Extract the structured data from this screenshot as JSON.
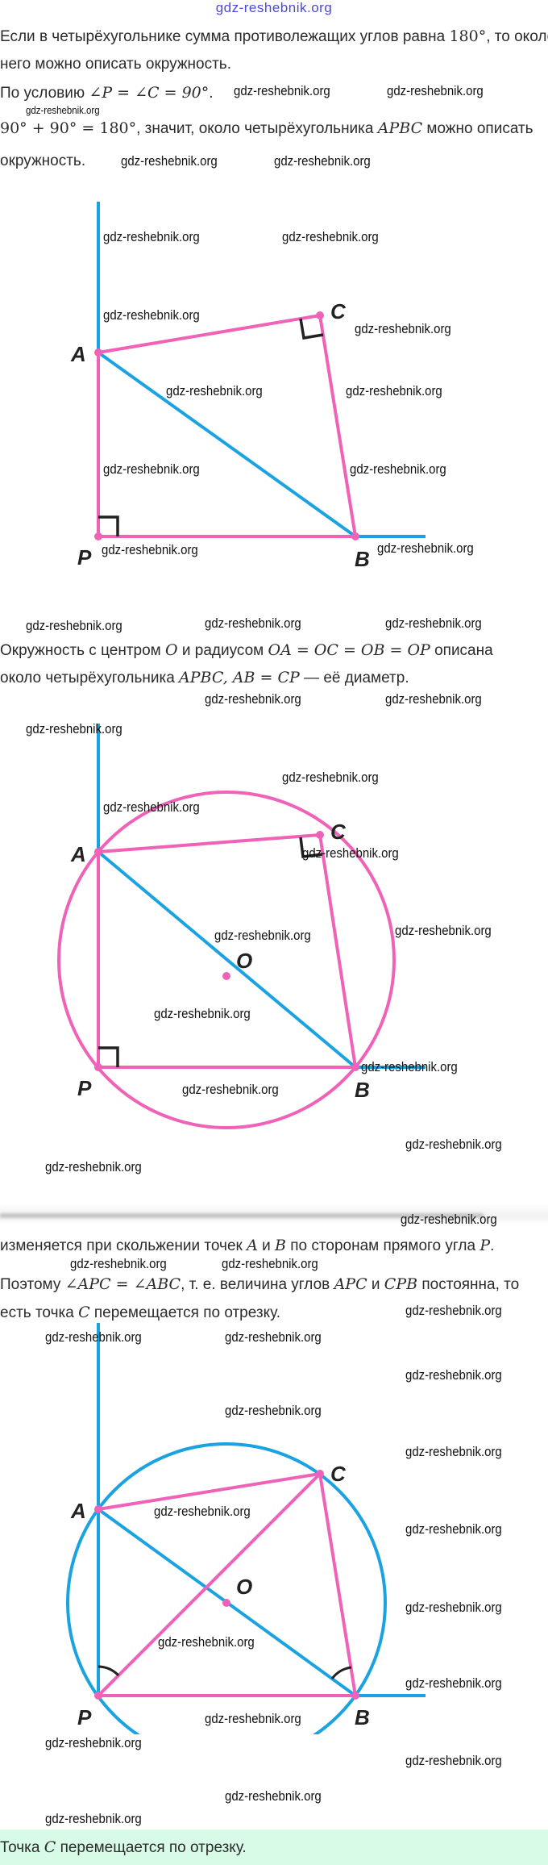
{
  "header_watermark": "gdz-reshebnik.org",
  "paragraph1": {
    "line1_a": "Если в четырёхугольнике сумма противолежащих углов равна ",
    "line1_math": "180°",
    "line1_b": ", то около",
    "line2": "него можно описать окружность.",
    "line3_a": "По условию ",
    "line3_math": "∠P = ∠C = 90°",
    "line3_b": ".",
    "line4_math": "90° + 90° = 180°",
    "line4_a": ", значит, около четырёхугольника ",
    "line4_math2": "APBC",
    "line4_b": " можно описать",
    "line5": "окружность."
  },
  "paragraph2": {
    "line1_a": "Окружность с центром ",
    "line1_m1": "O",
    "line1_b": " и радиусом ",
    "line1_m2": "OA = OC = OB = OP",
    "line1_c": " описана",
    "line2_a": "около четырёхугольника ",
    "line2_m": "APBC, AB = CP",
    "line2_b": " — её диаметр."
  },
  "paragraph3": {
    "line2_a": "изменяется при скольжении точек ",
    "line2_m1": "A",
    "line2_b": " и ",
    "line2_m2": "B",
    "line2_c": " по сторонам прямого угла ",
    "line2_m3": "P",
    "line2_d": ".",
    "line3_a": "Поэтому ",
    "line3_m1": "∠APC  =  ∠ABC",
    "line3_b": ", т. е. величина углов ",
    "line3_m2": "APC",
    "line3_c": " и ",
    "line3_m3": "CPB",
    "line3_d": " постоянна, то",
    "line4_a": "есть точка ",
    "line4_m": "C",
    "line4_b": " перемещается по отрезку."
  },
  "diagram_labels": {
    "A": "A",
    "B": "B",
    "C": "C",
    "P": "P",
    "O": "O"
  },
  "answer": {
    "a": "Точка ",
    "m": "C",
    "b": " перемещается по отрезку."
  },
  "colors": {
    "blue": "#1aa3e0",
    "pink": "#f062b8",
    "answer_bg": "#d8fbe8",
    "header": "#4a4ad8"
  },
  "watermarks": [
    "gdz-reshebnik.org",
    "gdz-reshebnik.org",
    "gdz-reshebnik.org",
    "gdz-reshebnik.org",
    "gdz-reshebnik.org",
    "gdz-reshebnik.org",
    "gdz-reshebnik.org",
    "gdz-reshebnik.org",
    "gdz-reshebnik.org",
    "gdz-reshebnik.org",
    "gdz-reshebnik.org",
    "gdz-reshebnik.org",
    "gdz-reshebnik.org",
    "gdz-reshebnik.org",
    "gdz-reshebnik.org",
    "gdz-reshebnik.org",
    "gdz-reshebnik.org",
    "gdz-reshebnik.org",
    "gdz-reshebnik.org",
    "gdz-reshebnik.org",
    "gdz-reshebnik.org",
    "gdz-reshebnik.org",
    "gdz-reshebnik.org",
    "gdz-reshebnik.org",
    "gdz-reshebnik.org",
    "gdz-reshebnik.org",
    "gdz-reshebnik.org",
    "gdz-reshebnik.org",
    "gdz-reshebnik.org",
    "gdz-reshebnik.org",
    "gdz-reshebnik.org",
    "gdz-reshebnik.org",
    "gdz-reshebnik.org",
    "gdz-reshebnik.org",
    "gdz-reshebnik.org",
    "gdz-reshebnik.org",
    "gdz-reshebnik.org",
    "gdz-reshebnik.org",
    "gdz-reshebnik.org",
    "gdz-reshebnik.org",
    "gdz-reshebnik.org",
    "gdz-reshebnik.org",
    "gdz-reshebnik.org",
    "gdz-reshebnik.org",
    "gdz-reshebnik.org",
    "gdz-reshebnik.org",
    "gdz-reshebnik.org",
    "gdz-reshebnik.org",
    "gdz-reshebnik.org",
    "gdz-reshebnik.org"
  ]
}
